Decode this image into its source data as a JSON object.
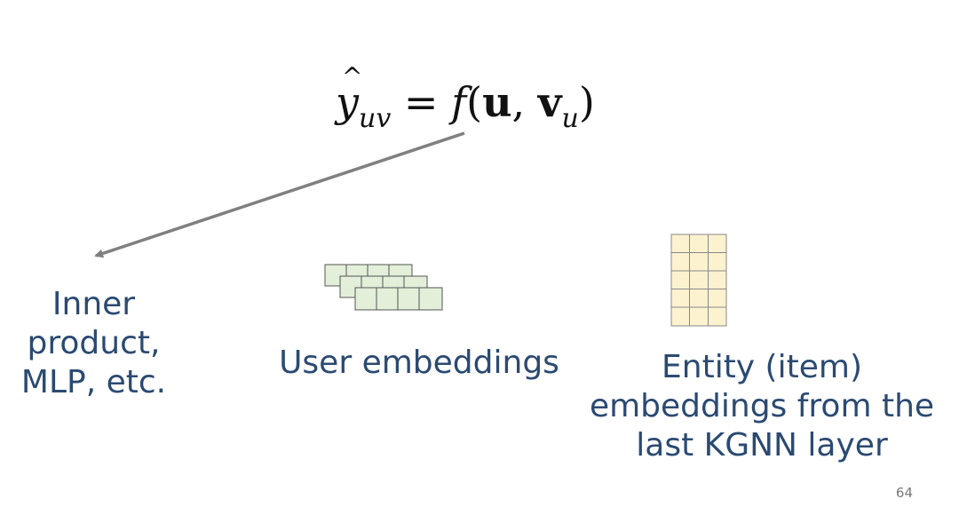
{
  "formula": {
    "y": "y",
    "sub1": "uv",
    "eq": "=",
    "f": "f",
    "open": "(",
    "u": "u",
    "comma": ",",
    "v": "v",
    "sub2": "u",
    "close": ")"
  },
  "labels": {
    "function": [
      "Inner",
      "product,",
      "MLP, etc."
    ],
    "user": [
      "User embeddings"
    ],
    "entity": [
      "Entity (item)",
      "embeddings from the",
      "last KGNN layer"
    ]
  },
  "page_number": "64",
  "colors": {
    "label_text": "#2b4a72",
    "arrow": "#808080",
    "user_fill": "#e3efd9",
    "user_stroke": "#555555",
    "entity_fill": "#fdf2cf",
    "entity_stroke": "#888888"
  }
}
